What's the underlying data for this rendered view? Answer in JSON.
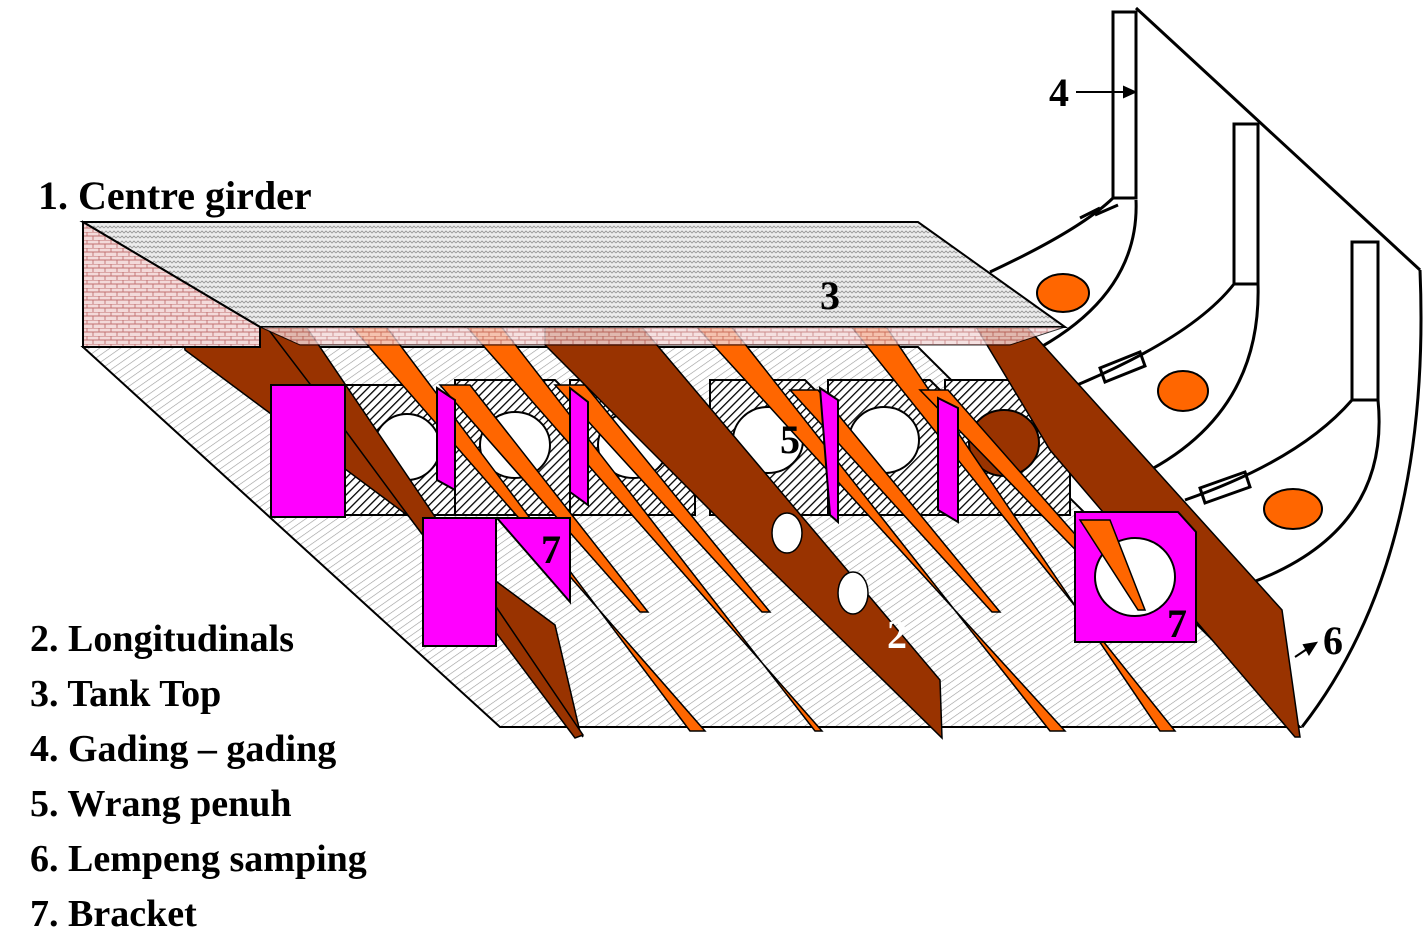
{
  "title": "1. Centre girder",
  "legend": [
    "2. Longitudinals",
    "3. Tank Top",
    "4. Gading – gading",
    "5. Wrang penuh",
    "6. Lempeng samping",
    "7. Bracket"
  ],
  "callouts": {
    "n2": "2",
    "n3": "3",
    "n4": "4",
    "n5": "5",
    "n6": "6",
    "n7a": "7",
    "n7b": "7"
  },
  "colors": {
    "girder": "#993300",
    "longitudinal": "#ff6600",
    "bracket": "#ff00ff",
    "hole": "#ff6600",
    "outline": "#000000"
  }
}
